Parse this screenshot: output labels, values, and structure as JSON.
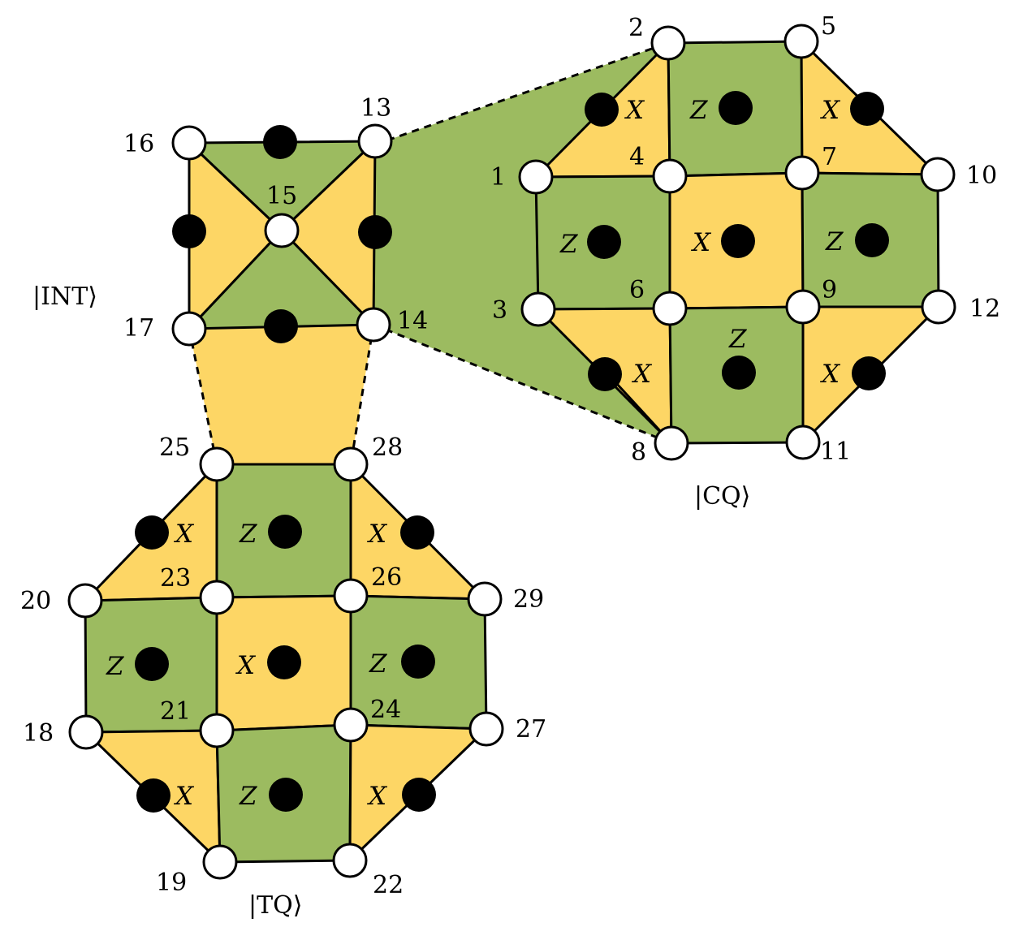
{
  "qubit_labels": [
    "1",
    "2",
    "3",
    "4",
    "5",
    "6",
    "7",
    "8",
    "9",
    "10",
    "11",
    "12",
    "13",
    "14",
    "15",
    "16",
    "17",
    "18",
    "19",
    "20",
    "21",
    "22",
    "23",
    "24",
    "25",
    "26",
    "27",
    "28",
    "29"
  ],
  "operators": {
    "x": "X",
    "z": "Z"
  },
  "state_labels": {
    "int": "|INT⟩",
    "cq": "|CQ⟩",
    "tq": "|TQ⟩"
  },
  "colors": {
    "green": "#9cbb60",
    "yellow": "#fdd665"
  }
}
